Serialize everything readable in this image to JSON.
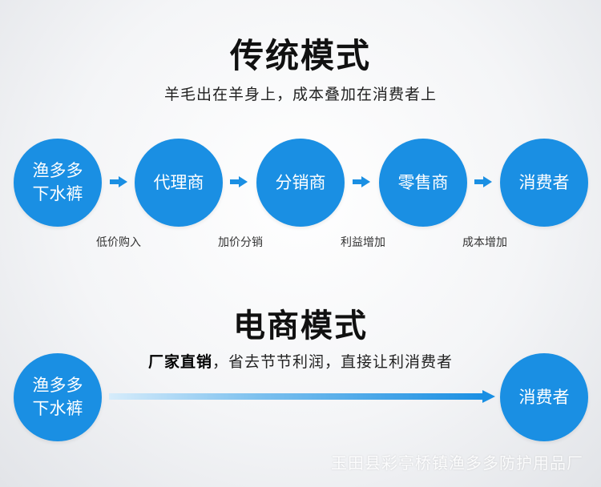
{
  "traditional": {
    "title": "传统模式",
    "subtitle": "羊毛出在羊身上，成本叠加在消费者上",
    "nodes": [
      "渔多多\n下水裤",
      "代理商",
      "分销商",
      "零售商",
      "消费者"
    ],
    "steps": [
      "低价购入",
      "加价分销",
      "利益增加",
      "成本增加"
    ]
  },
  "ecommerce": {
    "title": "电商模式",
    "subtitle_strong": "厂家直销",
    "subtitle_rest": "，省去节节利润，直接让利消费者",
    "nodes": [
      "渔多多\n下水裤",
      "消费者"
    ]
  },
  "watermark": "玉田县彩亭桥镇渔多多防护用品厂",
  "colors": {
    "accent": "#1a8fe3"
  }
}
